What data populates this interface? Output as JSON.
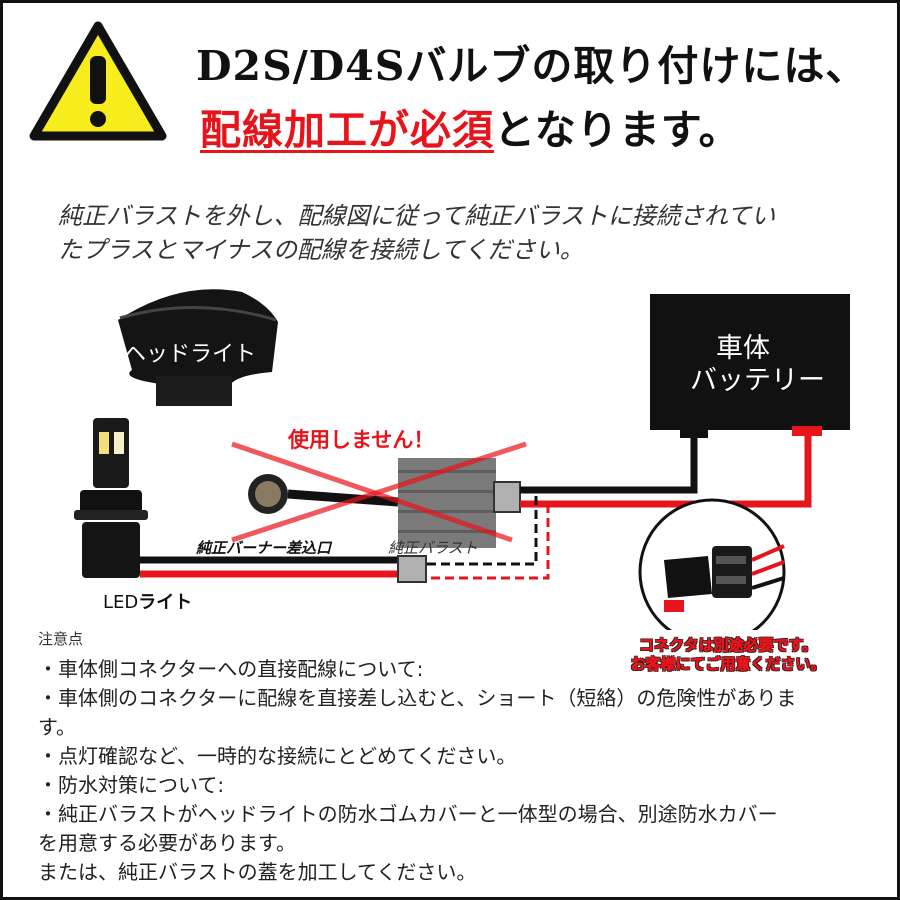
{
  "title": {
    "line1": "D2S/D4Sバルブの取り付けには、",
    "line2_red": "配線加工が必須",
    "line2_rest": "となります。"
  },
  "intro": {
    "line1": "純正バラストを外し、配線図に従って純正バラストに接続されてい",
    "line2": "たプラスとマイナスの配線を接続してください。"
  },
  "diagram": {
    "headlight_label": "ヘッドライト",
    "battery_label_line1": "車体",
    "battery_label_line2": "バッテリー",
    "not_used_label": "使用しません！",
    "stock_burner_label": "純正バーナー差込口",
    "stock_ballast_label": "純正バラスト",
    "led_label_latin": "LED",
    "led_label_kana": "ライト",
    "connector_note_line1": "コネクタは別途必要です。",
    "connector_note_line2": "お客様にてご用意ください。"
  },
  "colors": {
    "warning_yellow": "#f7ec1c",
    "wire_red": "#e8141b",
    "wire_black": "#111111",
    "ballast_gray": "#7a7a7a"
  },
  "notes": {
    "title": "注意点",
    "items": [
      "・車体側コネクターへの直接配線について:",
      "・車体側のコネクターに配線を直接差し込むと、ショート（短絡）の危険性がありま",
      "す。",
      "・点灯確認など、一時的な接続にとどめてください。",
      "・防水対策について:",
      "・純正バラストがヘッドライトの防水ゴムカバーと一体型の場合、別途防水カバー",
      "を用意する必要があります。",
      "または、純正バラストの蓋を加工してください。"
    ]
  }
}
